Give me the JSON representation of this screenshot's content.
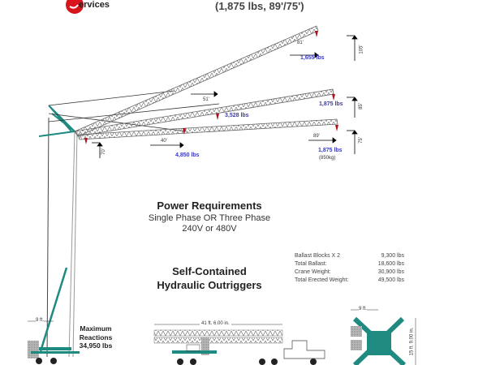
{
  "header": {
    "logo_text": "ervices",
    "logo_letter": "S",
    "subtitle": "(1,875 lbs, 89'/75')"
  },
  "colors": {
    "crane": "#1f8a80",
    "logo": "#d8141c",
    "load": "#3a3ab8",
    "hook": "#b0101a"
  },
  "jib_labels": {
    "high": {
      "reach": "81'",
      "height": "105'",
      "load": "1,655 lbs"
    },
    "mid": {
      "reach": "51'",
      "height": "85'",
      "load_mid": "3,528 lbs",
      "load_tip": "1,875 lbs"
    },
    "low": {
      "reach": "89'",
      "height": "75'",
      "load_tip": "1,875 lbs",
      "load_tip_kg": "(850kg)",
      "inner_reach": "40'",
      "load_inner": "4,850 lbs",
      "hook_height": "70'"
    }
  },
  "power": {
    "title": "Power Requirements",
    "line1": "Single Phase OR Three Phase",
    "line2": "240V or 480V"
  },
  "outriggers": {
    "line1": "Self-Contained",
    "line2": "Hydraulic Outriggers"
  },
  "ballast": [
    {
      "label": "Ballast Blocks  X 2",
      "value": "9,300 lbs"
    },
    {
      "label": "Total Ballast:",
      "value": "18,600 lbs"
    },
    {
      "label": "Crane Weight:",
      "value": "30,900 lbs"
    },
    {
      "label": "Total Erected Weight:",
      "value": "49,500 lbs"
    }
  ],
  "base": {
    "width": "9 ft.",
    "reactions_line1": "Maximum",
    "reactions_line2": "Reactions",
    "reactions_value": "34,950 lbs"
  },
  "transport": {
    "length": "41 ft. 6.00 in."
  },
  "footprint": {
    "width": "9 ft.",
    "length": "15 ft. 9.00 in."
  }
}
